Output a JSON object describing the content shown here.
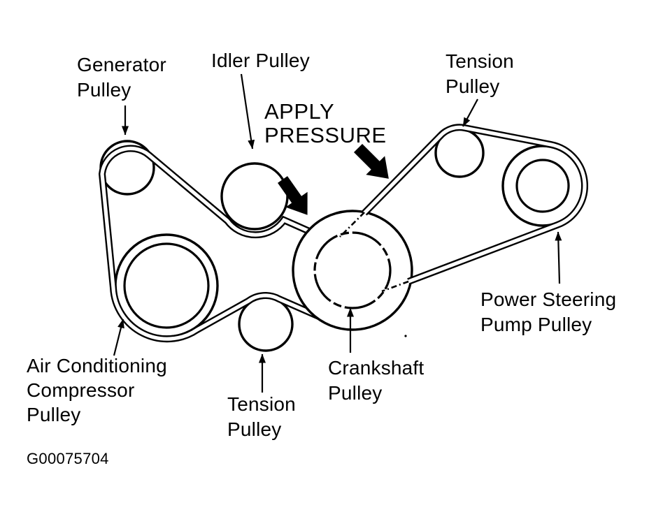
{
  "document": {
    "figure_code": "G00075704",
    "background": "#ffffff",
    "ink": "#000000",
    "type_note": "drive belt routing diagram"
  },
  "annotations": {
    "apply_pressure": {
      "lines": [
        "APPLY",
        "PRESSURE"
      ]
    }
  },
  "pulleys": {
    "generator": {
      "label_lines": [
        "Generator",
        "Pulley"
      ]
    },
    "idler": {
      "label_lines": [
        "Idler Pulley"
      ]
    },
    "tension_top": {
      "label_lines": [
        "Tension",
        "Pulley"
      ]
    },
    "power_steering": {
      "label_lines": [
        "Power Steering",
        "Pump Pulley"
      ]
    },
    "crankshaft": {
      "label_lines": [
        "Crankshaft",
        "Pulley"
      ]
    },
    "tension_bottom": {
      "label_lines": [
        "Tension",
        "Pulley"
      ]
    },
    "air_conditioning": {
      "label_lines": [
        "Air Conditioning",
        "Compressor",
        "Pulley"
      ]
    }
  }
}
